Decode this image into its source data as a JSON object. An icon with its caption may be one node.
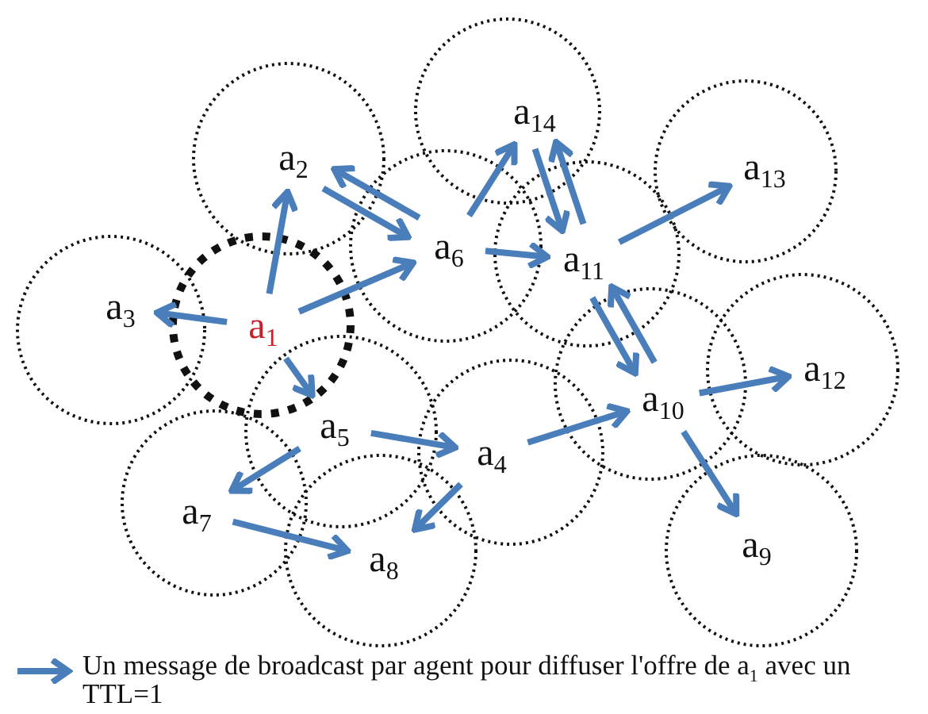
{
  "diagram": {
    "nodes": [
      {
        "text": [
          "a$_{1}$"
        ]
      },
      {
        "text": [
          "a$_{2}$"
        ]
      },
      {
        "text": [
          "a$_{3}$"
        ]
      },
      {
        "text": [
          "a$_{4}$"
        ]
      },
      {
        "text": [
          "a$_{5}$"
        ]
      },
      {
        "text": [
          "a$_{6}$"
        ]
      },
      {
        "text": [
          "a$_{7}$"
        ]
      },
      {
        "text": [
          "a$_{8}$"
        ]
      },
      {
        "text": [
          "a$_{9}$"
        ]
      },
      {
        "text": [
          "a$_{10}$"
        ]
      },
      {
        "text": [
          "a$_{11}$"
        ]
      },
      {
        "text": [
          "a$_{12}$"
        ]
      },
      {
        "text": [
          "a$_{13}$"
        ]
      },
      {
        "text": [
          "a$_{14}$"
        ]
      }
    ],
    "edges": [
      {
        "from": 0,
        "to": 1,
        "arrow": "to"
      },
      {
        "from": 0,
        "to": 2,
        "arrow": "to"
      },
      {
        "from": 0,
        "to": 5,
        "arrow": "to"
      },
      {
        "from": 0,
        "to": 4,
        "arrow": "to"
      },
      {
        "from": 1,
        "to": 5,
        "arrow": "to"
      },
      {
        "from": 5,
        "to": 1,
        "arrow": "to"
      },
      {
        "from": 5,
        "to": 13,
        "arrow": "to"
      },
      {
        "from": 5,
        "to": 10,
        "arrow": "to"
      },
      {
        "from": 13,
        "to": 10,
        "arrow": "to"
      },
      {
        "from": 10,
        "to": 13,
        "arrow": "to"
      },
      {
        "from": 10,
        "to": 12,
        "arrow": "to"
      },
      {
        "from": 10,
        "to": 9,
        "arrow": "to"
      },
      {
        "from": 9,
        "to": 10,
        "arrow": "to"
      },
      {
        "from": 9,
        "to": 11,
        "arrow": "to"
      },
      {
        "from": 9,
        "to": 8,
        "arrow": "to"
      },
      {
        "from": 3,
        "to": 9,
        "arrow": "to"
      },
      {
        "from": 4,
        "to": 3,
        "arrow": "to"
      },
      {
        "from": 4,
        "to": 6,
        "arrow": "to"
      },
      {
        "from": 3,
        "to": 7,
        "arrow": "to"
      },
      {
        "from": 6,
        "to": 7,
        "arrow": "to"
      }
    ],
    "legend": [
      {
        "text": "Un message de broadcast par agent pour diffuser l'offre de a$_{1}$ avec un TTL=1"
      }
    ]
  }
}
